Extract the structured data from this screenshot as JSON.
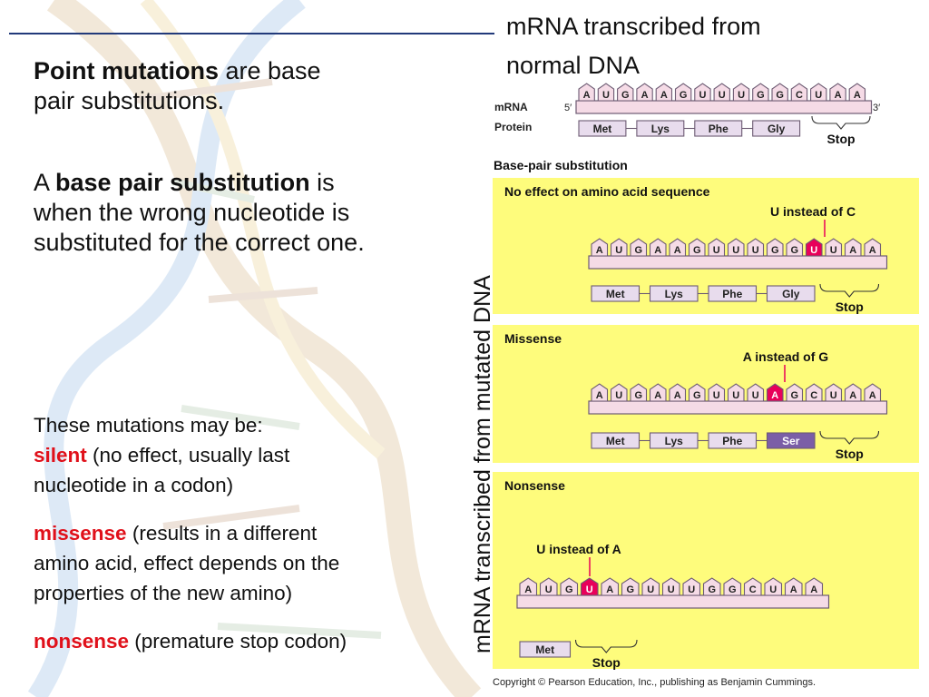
{
  "left": {
    "p1_bold": "Point mutations",
    "p1_rest1": " are base",
    "p1_rest2": "pair substitutions.",
    "p2_a": "A ",
    "p2_bold": "base pair substitution",
    "p2_rest1": " is",
    "p2_rest2": "when the wrong nucleotide is",
    "p2_rest3": "substituted for the correct one.",
    "p3_intro": "These mutations may be:",
    "silent_label": "silent",
    "silent_desc1": " (no effect, usually last",
    "silent_desc2": "nucleotide in a codon)",
    "missense_label": "missense",
    "missense_desc1": " (results in a different",
    "missense_desc2": "amino acid, effect depends on the",
    "missense_desc3": "properties of the new amino)",
    "nonsense_label": "nonsense",
    "nonsense_desc": " (premature stop codon)"
  },
  "right": {
    "title_line1": "mRNA transcribed from",
    "title_line2": "normal DNA",
    "rotated_label": "mRNA transcribed from mutated  DNA",
    "copyright": "Copyright © Pearson Education, Inc., publishing as Benjamin Cummings."
  },
  "diagram": {
    "mrna_label": "mRNA",
    "protein_label": "Protein",
    "five_prime": "5′",
    "three_prime": "3′",
    "normal_bases": [
      "A",
      "U",
      "G",
      "A",
      "A",
      "G",
      "U",
      "U",
      "U",
      "G",
      "G",
      "C",
      "U",
      "A",
      "A"
    ],
    "normal_proteins": [
      "Met",
      "Lys",
      "Phe",
      "Gly"
    ],
    "stop_label": "Stop",
    "section_title": "Base-pair substitution",
    "panels": [
      {
        "title": "No effect on amino acid sequence",
        "note": "U instead of C",
        "bases": [
          "A",
          "U",
          "G",
          "A",
          "A",
          "G",
          "U",
          "U",
          "U",
          "G",
          "G",
          "U",
          "U",
          "A",
          "A"
        ],
        "proteins": [
          "Met",
          "Lys",
          "Phe",
          "Gly"
        ],
        "stop": "Stop"
      },
      {
        "title": "Missense",
        "note": "A instead of G",
        "bases": [
          "A",
          "U",
          "G",
          "A",
          "A",
          "G",
          "U",
          "U",
          "U",
          "A",
          "G",
          "C",
          "U",
          "A",
          "A"
        ],
        "proteins": [
          "Met",
          "Lys",
          "Phe",
          "Ser"
        ],
        "stop": "Stop"
      },
      {
        "title": "Nonsense",
        "note": "U instead of A",
        "bases": [
          "A",
          "U",
          "G",
          "U",
          "A",
          "G",
          "U",
          "U",
          "U",
          "G",
          "G",
          "C",
          "U",
          "A",
          "A"
        ],
        "proteins": [
          "Met"
        ],
        "stop": "Stop"
      }
    ],
    "colors": {
      "panel_bg": "#fefc7c",
      "base_fill": "#f5dbe6",
      "mutant_fill": "#e8005a",
      "protein_fill": "#e8dced",
      "changed_protein_fill": "#7b5ea7",
      "outline": "#6d5b73"
    }
  }
}
